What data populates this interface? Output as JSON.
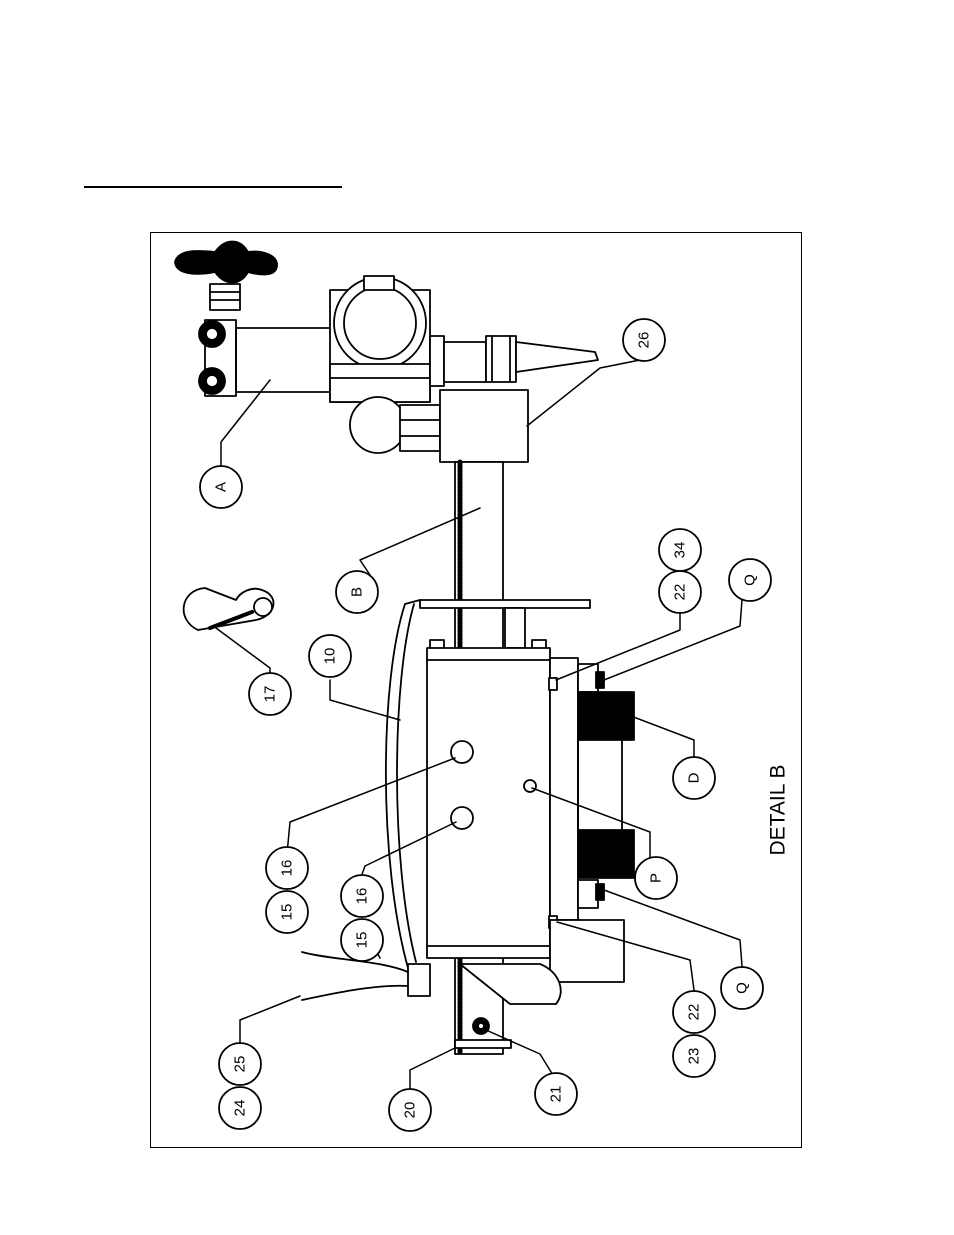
{
  "detail_label": "DETAIL B",
  "callouts": {
    "A": "A",
    "B": "B",
    "D": "D",
    "P": "P",
    "Q1": "Q",
    "Q2": "Q",
    "n10": "10",
    "n15a": "15",
    "n15b": "15",
    "n16a": "16",
    "n16b": "16",
    "n17": "17",
    "n20": "20",
    "n21": "21",
    "n22a": "22",
    "n22b": "22",
    "n23": "23",
    "n24": "24",
    "n25": "25",
    "n26": "26",
    "n34": "34"
  },
  "colors": {
    "ink": "#000000",
    "paper": "#ffffff"
  }
}
